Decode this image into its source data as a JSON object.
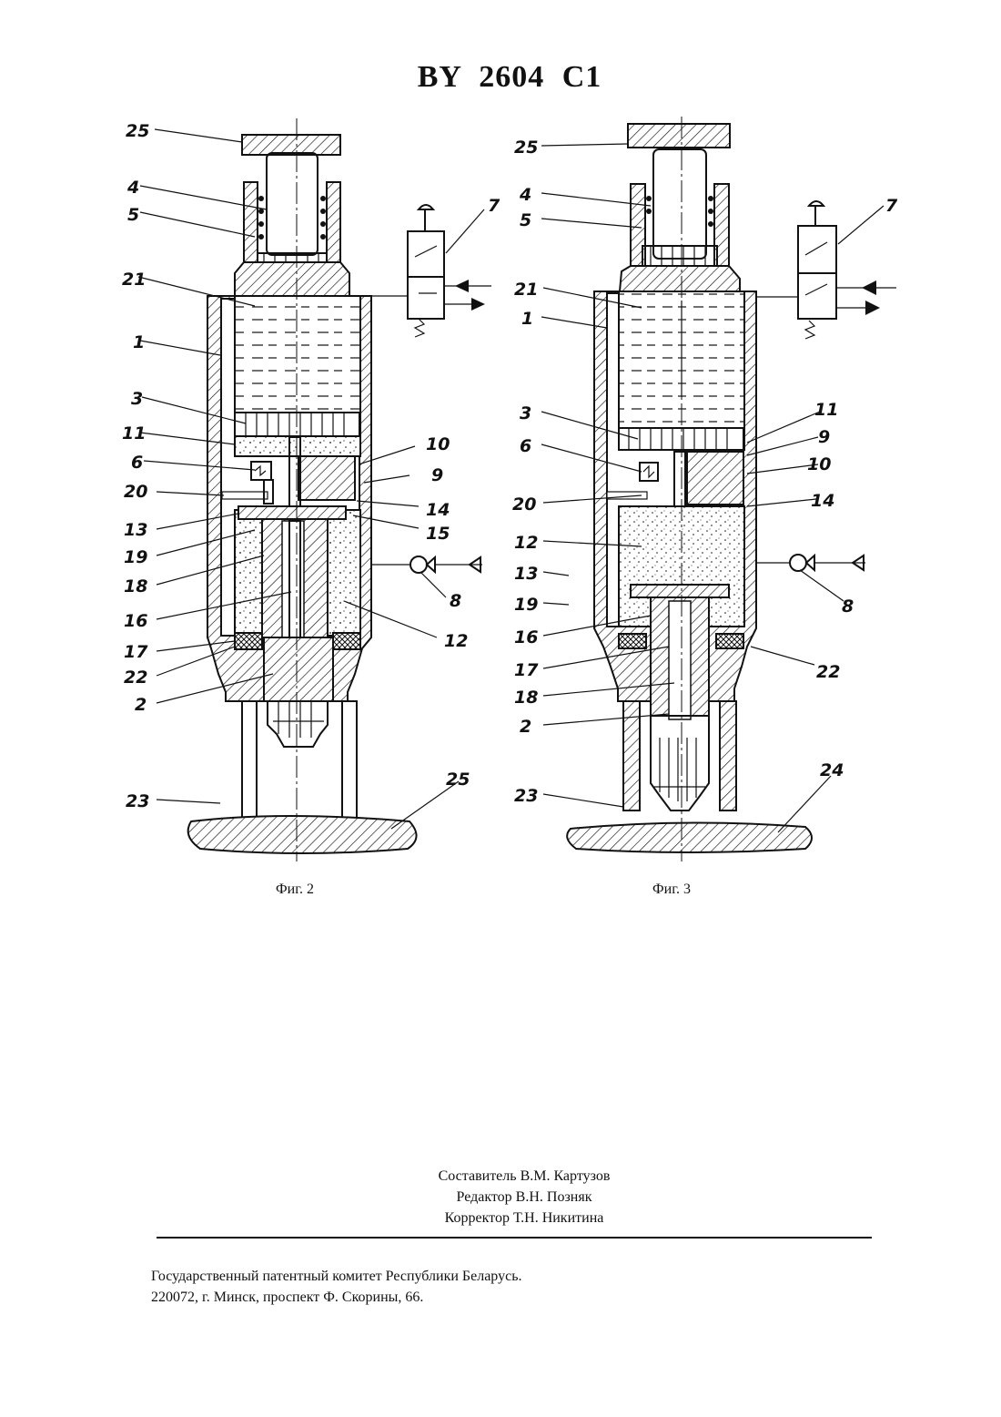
{
  "header": {
    "doc_number": "BY  2604  C1"
  },
  "figures": {
    "fig2": {
      "caption": "Фиг. 2",
      "labels": {
        "l25top": "25",
        "l4": "4",
        "l5": "5",
        "l21": "21",
        "l1": "1",
        "l3": "3",
        "l11": "11",
        "l6": "6",
        "l20": "20",
        "l13": "13",
        "l19": "19",
        "l18": "18",
        "l16": "16",
        "l17": "17",
        "l22": "22",
        "l2": "2",
        "l23": "23",
        "l10": "10",
        "l9": "9",
        "l14": "14",
        "l15": "15",
        "l12": "12",
        "l7": "7",
        "l8": "8",
        "l25bot": "25"
      }
    },
    "fig3": {
      "caption": "Фиг. 3",
      "labels": {
        "l25": "25",
        "l4": "4",
        "l5": "5",
        "l21": "21",
        "l1": "1",
        "l3": "3",
        "l6": "6",
        "l20": "20",
        "l12": "12",
        "l13": "13",
        "l19": "19",
        "l16": "16",
        "l17": "17",
        "l18": "18",
        "l2": "2",
        "l23": "23",
        "l11": "11",
        "l9": "9",
        "l10": "10",
        "l14": "14",
        "l7": "7",
        "l8": "8",
        "l22": "22",
        "l24": "24"
      }
    }
  },
  "credits": {
    "compiler": "Составитель В.М. Картузов",
    "editor": "Редактор В.Н. Позняк",
    "corrector": "Корректор Т.Н. Никитина"
  },
  "organization": {
    "name": "Государственный патентный комитет Республики Беларусь.",
    "address": "220072, г. Минск, проспект Ф. Скорины, 66."
  }
}
